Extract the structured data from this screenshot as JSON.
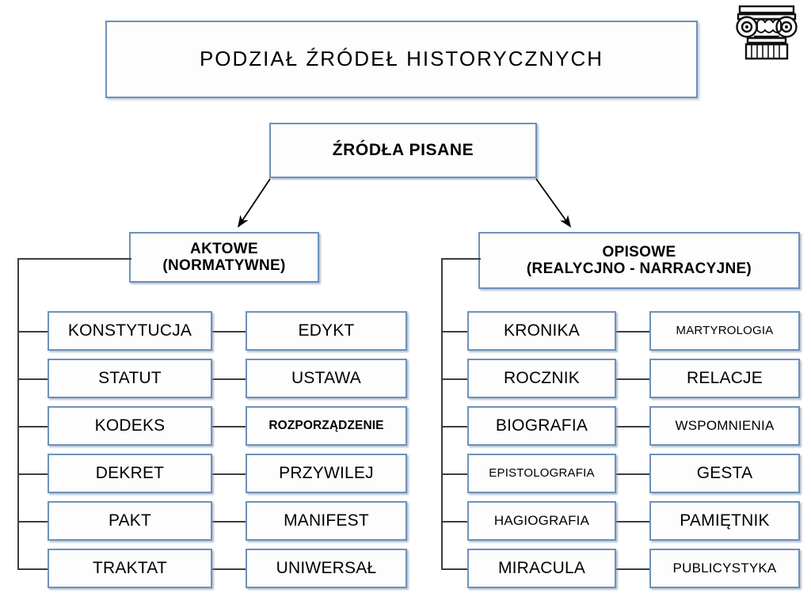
{
  "title": {
    "text": "PODZIAŁ  ŹRÓDEŁ HISTORYCZNYCH"
  },
  "root": {
    "label": "ŹRÓDŁA PISANE"
  },
  "branches": [
    {
      "id": "aktowe",
      "label": "AKTOWE\n(NORMATYWNE)",
      "columns": [
        {
          "id": "aktowe-col-1",
          "items": [
            {
              "label": "KONSTYTUCJA",
              "size": "normal"
            },
            {
              "label": "STATUT",
              "size": "normal"
            },
            {
              "label": "KODEKS",
              "size": "normal"
            },
            {
              "label": "DEKRET",
              "size": "normal"
            },
            {
              "label": "PAKT",
              "size": "normal"
            },
            {
              "label": "TRAKTAT",
              "size": "normal"
            }
          ]
        },
        {
          "id": "aktowe-col-2",
          "items": [
            {
              "label": "EDYKT",
              "size": "normal"
            },
            {
              "label": "USTAWA",
              "size": "normal"
            },
            {
              "label": "ROZPORZĄDZENIE",
              "size": "xs"
            },
            {
              "label": "PRZYWILEJ",
              "size": "normal"
            },
            {
              "label": "MANIFEST",
              "size": "normal"
            },
            {
              "label": "UNIWERSAŁ",
              "size": "normal"
            }
          ]
        }
      ]
    },
    {
      "id": "opisowe",
      "label": "OPISOWE\n(REALYCJNO - NARRACYJNE)",
      "columns": [
        {
          "id": "opisowe-col-1",
          "items": [
            {
              "label": "KRONIKA",
              "size": "normal"
            },
            {
              "label": "ROCZNIK",
              "size": "normal"
            },
            {
              "label": "BIOGRAFIA",
              "size": "normal"
            },
            {
              "label": "EPISTOLOGRAFIA",
              "size": "tiny"
            },
            {
              "label": "HAGIOGRAFIA",
              "size": "sm"
            },
            {
              "label": "MIRACULA",
              "size": "normal"
            }
          ]
        },
        {
          "id": "opisowe-col-2",
          "items": [
            {
              "label": "MARTYROLOGIA",
              "size": "tiny"
            },
            {
              "label": "RELACJE",
              "size": "normal"
            },
            {
              "label": "WSPOMNIENIA",
              "size": "sm"
            },
            {
              "label": "GESTA",
              "size": "normal"
            },
            {
              "label": "PAMIĘTNIK",
              "size": "normal"
            },
            {
              "label": "PUBLICYSTYKA",
              "size": "sm"
            }
          ]
        }
      ]
    }
  ],
  "decoration": {
    "icon": "ionic-column-capital-icon"
  },
  "colors": {
    "border": "#6d92b8",
    "connector": "#3d3d3d",
    "box_fill": "#fdfdfd",
    "text": "#000000"
  }
}
